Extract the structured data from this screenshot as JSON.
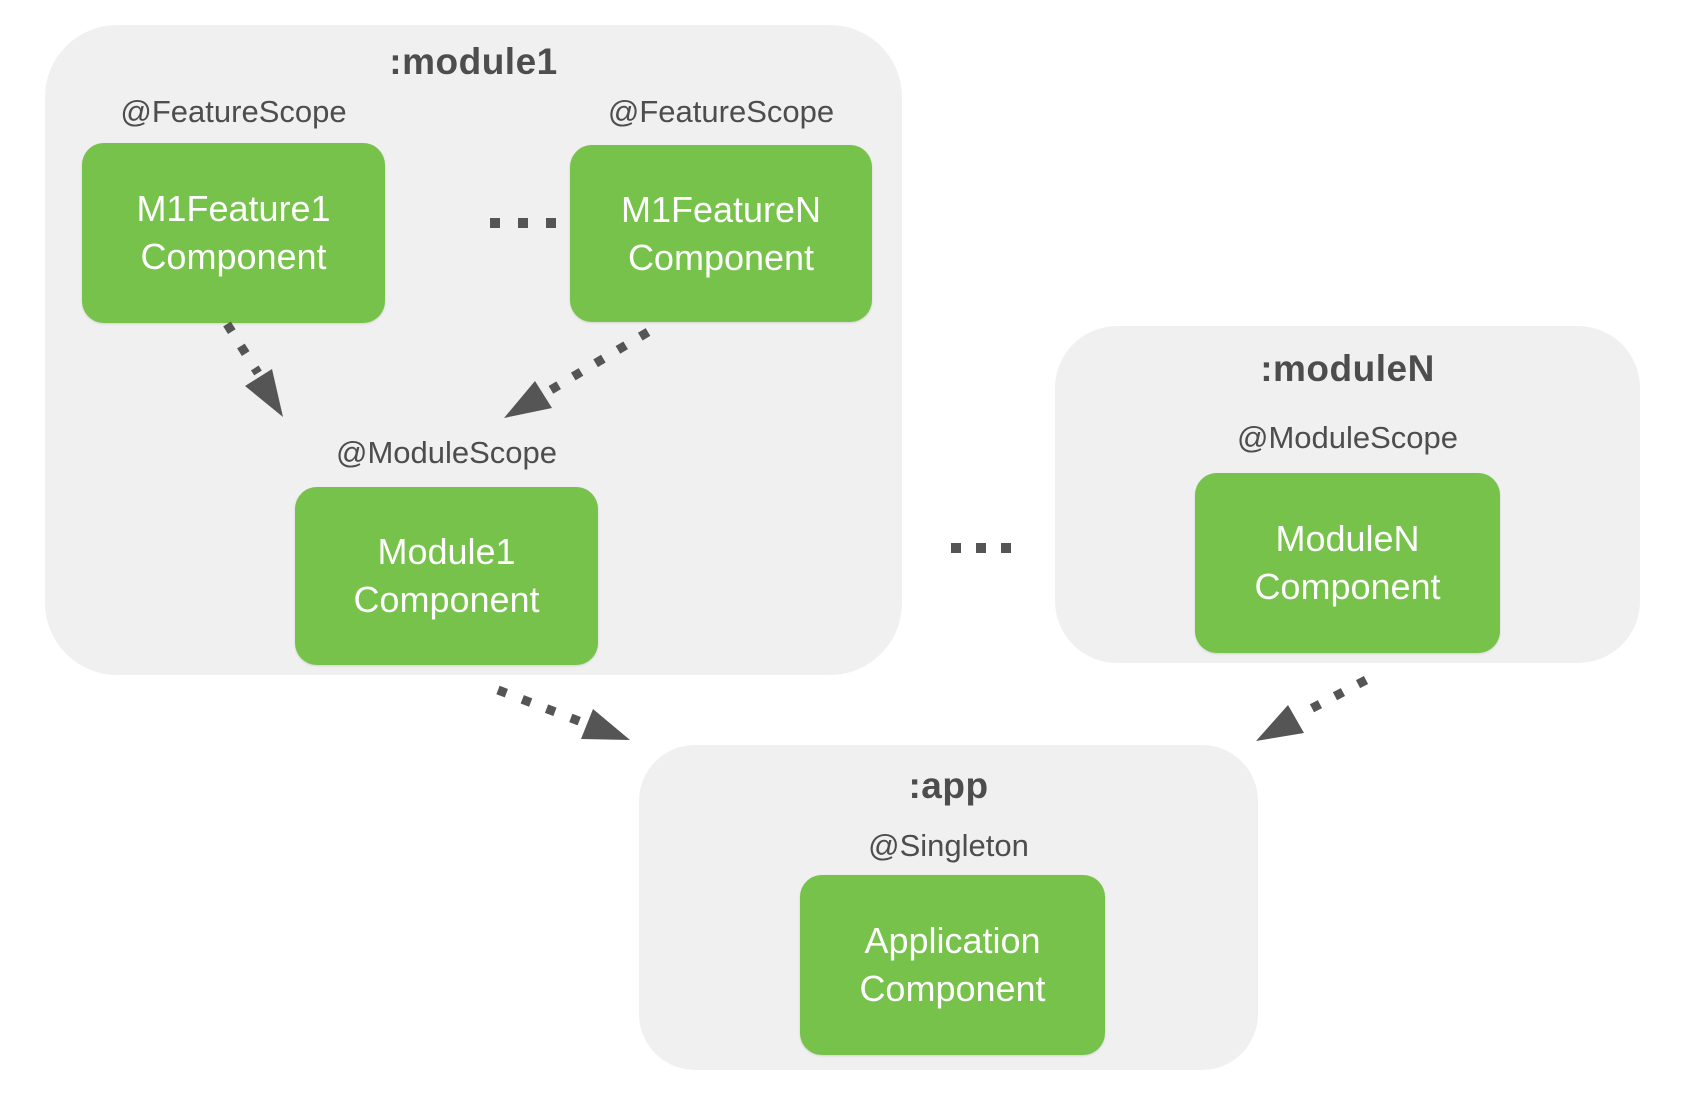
{
  "colors": {
    "background": "#ffffff",
    "container_gray": "#f0f0f0",
    "component_green": "#76c24a",
    "box_text": "#ffffff",
    "text_dark": "#4d4d4d",
    "arrow_gray": "#555555"
  },
  "icons": {
    "feature_ellipsis": "ellipsis-dots-icon",
    "module_ellipsis": "ellipsis-dots-icon",
    "dependency_arrow": "dashed-arrow-icon"
  },
  "module1": {
    "title": ":module1",
    "features": [
      {
        "scope": "@FeatureScope",
        "box": [
          "M1Feature1",
          "Component"
        ]
      },
      {
        "scope": "@FeatureScope",
        "box": [
          "M1FeatureN",
          "Component"
        ]
      }
    ],
    "module_scope": "@ModuleScope",
    "module_box": [
      "Module1",
      "Component"
    ]
  },
  "moduleN": {
    "title": ":moduleN",
    "scope": "@ModuleScope",
    "box": [
      "ModuleN",
      "Component"
    ]
  },
  "app": {
    "title": ":app",
    "scope": "@Singleton",
    "box": [
      "Application",
      "Component"
    ]
  }
}
